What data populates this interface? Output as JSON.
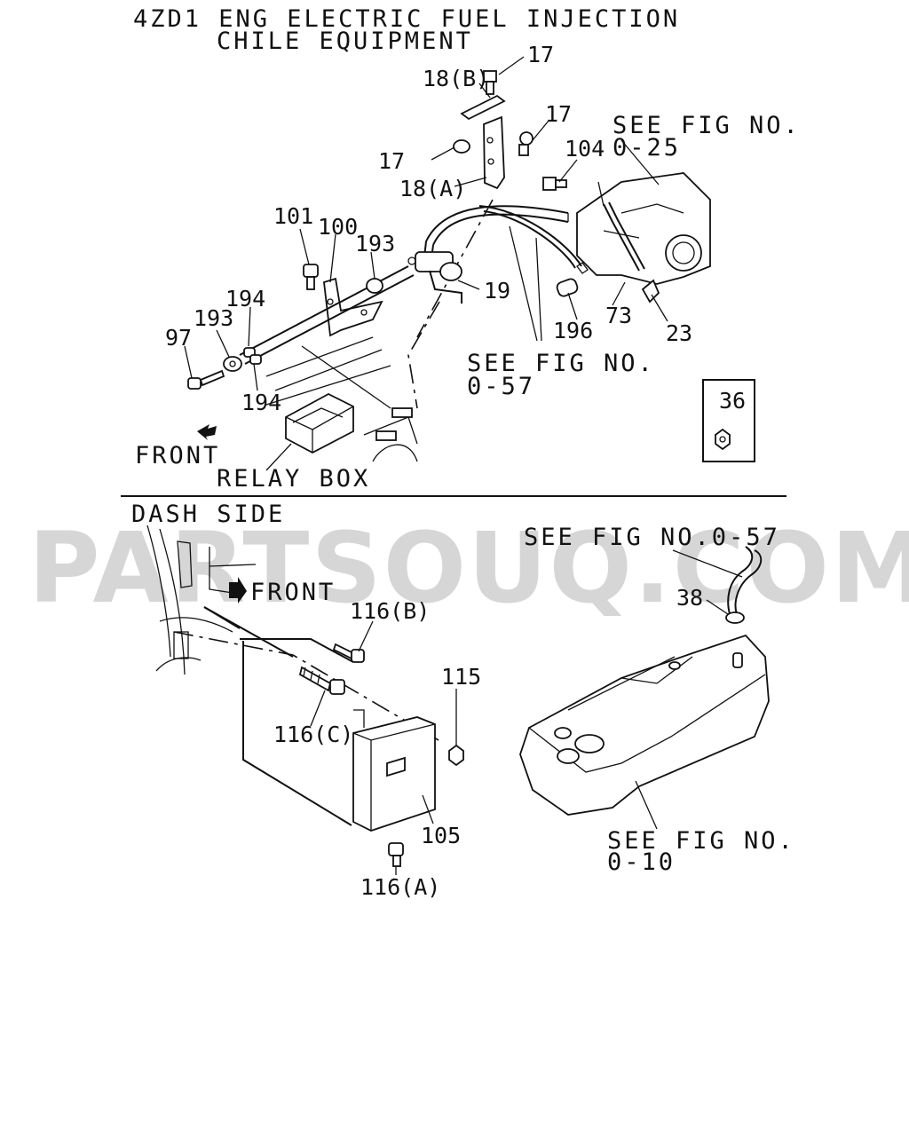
{
  "title": {
    "line1": "4ZD1 ENG ELECTRIC FUEL INJECTION",
    "line2": "CHILE EQUIPMENT"
  },
  "watermark": "PARTSOUQ.COM",
  "top_section": {
    "part_labels": {
      "p17a": "17",
      "p18b": "18(B)",
      "p17b": "17",
      "p17c": "17",
      "p18a": "18(A)",
      "p104": "104",
      "p101": "101",
      "p100": "100",
      "p193a": "193",
      "p19": "19",
      "p194a": "194",
      "p193b": "193",
      "p97": "97",
      "p194b": "194",
      "p196": "196",
      "p73": "73",
      "p23": "23",
      "p36": "36"
    },
    "refs": {
      "fig_025_line1": "SEE FIG NO.",
      "fig_025_line2": "0-25",
      "fig_057_line1": "SEE FIG NO.",
      "fig_057_line2": "0-57"
    },
    "front": "FRONT",
    "relay_box": "RELAY BOX"
  },
  "bottom_section": {
    "dash_side": "DASH SIDE",
    "front": "FRONT",
    "part_labels": {
      "p116b": "116(B)",
      "p115": "115",
      "p116c": "116(C)",
      "p105": "105",
      "p116a": "116(A)",
      "p38": "38"
    },
    "refs": {
      "fig_057": "SEE FIG NO.0-57",
      "fig_010_line1": "SEE FIG NO.",
      "fig_010_line2": "0-10"
    }
  }
}
